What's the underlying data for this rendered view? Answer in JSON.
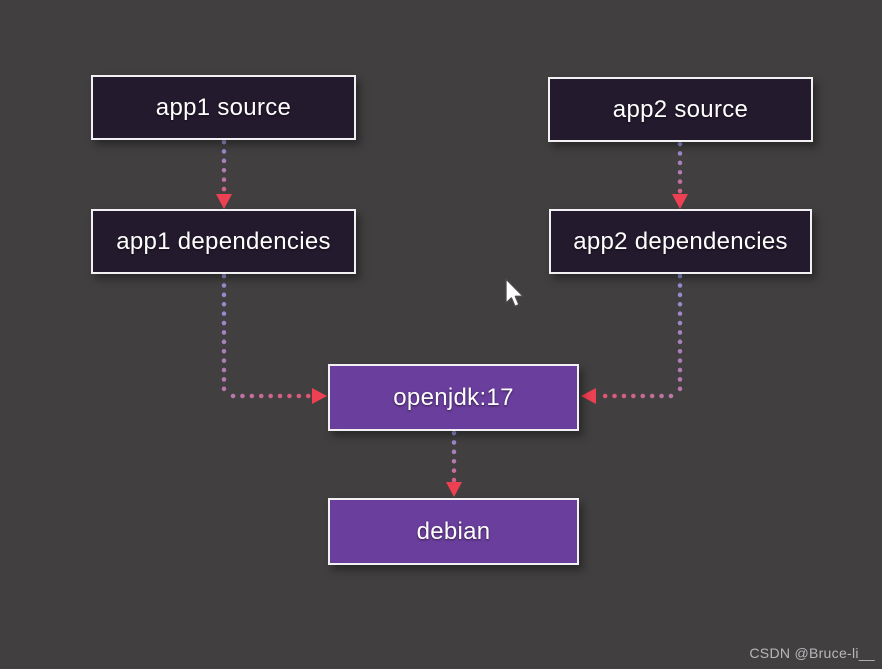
{
  "diagram": {
    "nodes": [
      {
        "id": "app1-source",
        "label": "app1 source",
        "kind": "dark"
      },
      {
        "id": "app2-source",
        "label": "app2 source",
        "kind": "dark"
      },
      {
        "id": "app1-dependencies",
        "label": "app1 dependencies",
        "kind": "dark"
      },
      {
        "id": "app2-dependencies",
        "label": "app2 dependencies",
        "kind": "dark"
      },
      {
        "id": "openjdk-17",
        "label": "openjdk:17",
        "kind": "purple"
      },
      {
        "id": "debian",
        "label": "debian",
        "kind": "purple"
      }
    ],
    "edges": [
      {
        "from": "app1-source",
        "to": "app1-dependencies",
        "style": "dotted-gradient-arrow"
      },
      {
        "from": "app2-source",
        "to": "app2-dependencies",
        "style": "dotted-gradient-arrow"
      },
      {
        "from": "app1-dependencies",
        "to": "openjdk-17",
        "style": "dotted-gradient-arrow"
      },
      {
        "from": "app2-dependencies",
        "to": "openjdk-17",
        "style": "dotted-gradient-arrow"
      },
      {
        "from": "openjdk-17",
        "to": "debian",
        "style": "dotted-gradient-arrow"
      }
    ]
  },
  "watermark": "CSDN @Bruce-li__",
  "colors": {
    "background": "#413f40",
    "node_dark_fill": "#241a2e",
    "node_purple_fill": "#6a3e9c",
    "node_border": "#f2f0f3",
    "text": "#ffffff",
    "arrow_start": "#8f8fd2",
    "arrow_mid": "#bb76ac",
    "arrow_end": "#e4506c",
    "arrowhead": "#ee4053",
    "watermark": "#b9b7ba"
  }
}
